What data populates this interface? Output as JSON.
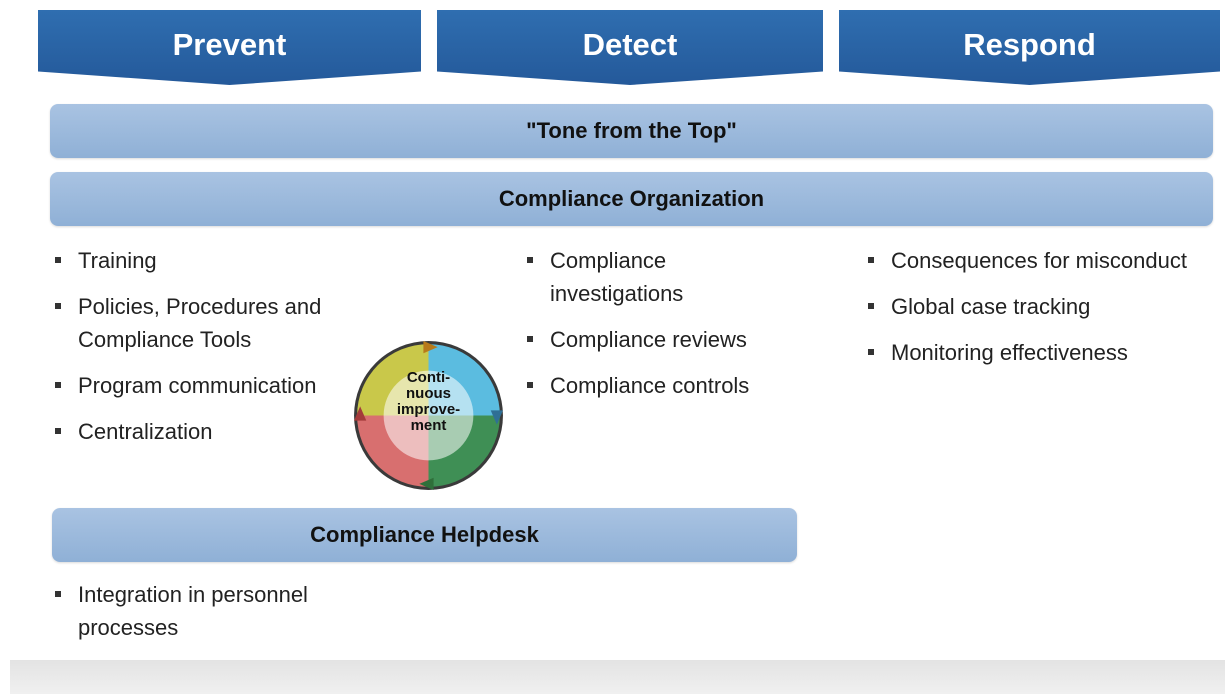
{
  "headers": {
    "prevent": "Prevent",
    "detect": "Detect",
    "respond": "Respond"
  },
  "bands": {
    "tone": "\"Tone from the Top\"",
    "organization": "Compliance Organization",
    "helpdesk": "Compliance Helpdesk"
  },
  "prevent_items": [
    "Training",
    "Policies, Procedures and Compliance Tools",
    "Program communication",
    "Centralization"
  ],
  "detect_items": [
    "Compliance investigations",
    "Compliance reviews",
    "Compliance controls"
  ],
  "respond_items": [
    "Consequences for misconduct",
    "Global case tracking",
    "Monitoring effectiveness"
  ],
  "helpdesk_items": [
    "Integration in personnel processes"
  ],
  "cycle": {
    "lines": [
      "Conti-",
      "nuous",
      "improve-",
      "ment"
    ],
    "colors": {
      "top_left": "#c9c84a",
      "top_right": "#5bbce0",
      "bottom_right": "#3f8f55",
      "bottom_left": "#d86f6f",
      "header": "#2f6eb0",
      "band": "#9db9dc"
    }
  }
}
